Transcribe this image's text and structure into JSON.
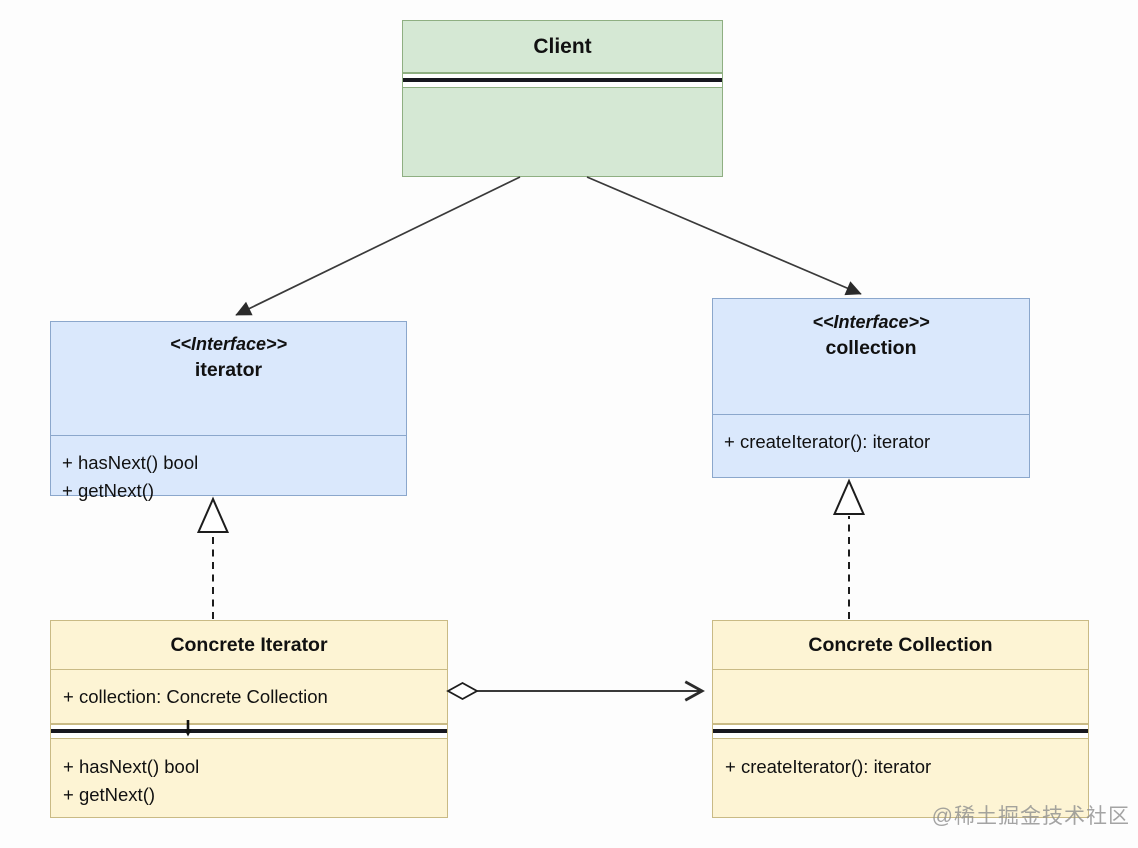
{
  "classes": {
    "client": {
      "title": "Client"
    },
    "iterator": {
      "stereotype": "<<Interface>>",
      "title": "iterator",
      "methods": [
        "+ hasNext() bool",
        "+ getNext()"
      ]
    },
    "collection": {
      "stereotype": "<<Interface>>",
      "title": "collection",
      "methods": [
        "+ createIterator(): iterator"
      ]
    },
    "concrete_iterator": {
      "title": "Concrete Iterator",
      "attributes": [
        "+ collection: Concrete Collection"
      ],
      "methods": [
        "+ hasNext() bool",
        "+ getNext()"
      ]
    },
    "concrete_collection": {
      "title": "Concrete Collection",
      "attributes": [],
      "methods": [
        "+ createIterator(): iterator"
      ]
    }
  },
  "relationships": [
    {
      "from": "Client",
      "to": "iterator",
      "type": "directed association"
    },
    {
      "from": "Client",
      "to": "collection",
      "type": "directed association"
    },
    {
      "from": "Concrete Iterator",
      "to": "iterator",
      "type": "realization"
    },
    {
      "from": "Concrete Collection",
      "to": "collection",
      "type": "realization"
    },
    {
      "from": "Concrete Iterator",
      "to": "Concrete Collection",
      "type": "aggregation"
    }
  ],
  "watermark": "@稀土掘金技术社区",
  "colors": {
    "client_fill": "#d5e8d4",
    "client_stroke": "#8faf82",
    "interface_fill": "#dae8fc",
    "interface_stroke": "#8ba7cc",
    "concrete_fill": "#fdf4d4",
    "concrete_stroke": "#c9ba85",
    "edge": "#2b2b2b"
  }
}
